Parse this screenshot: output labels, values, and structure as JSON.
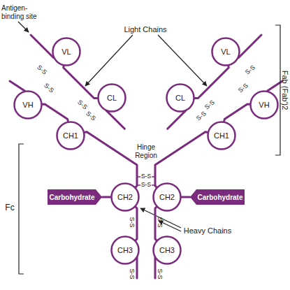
{
  "diagram": {
    "nodes": [
      {
        "text": [
          "VL"
        ]
      },
      {
        "text": [
          "VL"
        ]
      },
      {
        "text": [
          "CL"
        ]
      },
      {
        "text": [
          "CL"
        ]
      },
      {
        "text": [
          "VH"
        ]
      },
      {
        "text": [
          "VH"
        ]
      },
      {
        "text": [
          "CH1"
        ]
      },
      {
        "text": [
          "CH1"
        ]
      },
      {
        "text": [
          "Carbohydrate"
        ]
      },
      {
        "text": [
          "CH2"
        ]
      },
      {
        "text": [
          "CH2"
        ]
      },
      {
        "text": [
          "Carbohydrate"
        ]
      },
      {
        "text": [
          "CH3"
        ]
      },
      {
        "text": [
          "CH3"
        ]
      }
    ],
    "edges": [
      {
        "from": 0,
        "to": 2,
        "arrow": "none"
      },
      {
        "from": 1,
        "to": 3,
        "arrow": "none"
      },
      {
        "from": 4,
        "to": 6,
        "arrow": "none"
      },
      {
        "from": 5,
        "to": 7,
        "arrow": "none"
      },
      {
        "from": 6,
        "to": 9,
        "arrow": "none"
      },
      {
        "from": 7,
        "to": 10,
        "arrow": "none"
      },
      {
        "from": 9,
        "to": 12,
        "arrow": "none"
      },
      {
        "from": 10,
        "to": 13,
        "arrow": "none"
      },
      {
        "from": 8,
        "to": 9,
        "arrow": "none"
      },
      {
        "from": 11,
        "to": 10,
        "arrow": "none"
      }
    ],
    "labels": [
      "Antigen- binding site",
      "Light Chains",
      "S-S",
      "S-S",
      "S-S",
      "S-S",
      "S-S",
      "S-S",
      "S-S",
      "S-S",
      "Hinge Region",
      "S-S",
      "S-S",
      "Fab (Fab')2",
      "Fc",
      "S-S",
      "S-S",
      "S-S",
      "S-S",
      "Heavy Chains"
    ]
  }
}
